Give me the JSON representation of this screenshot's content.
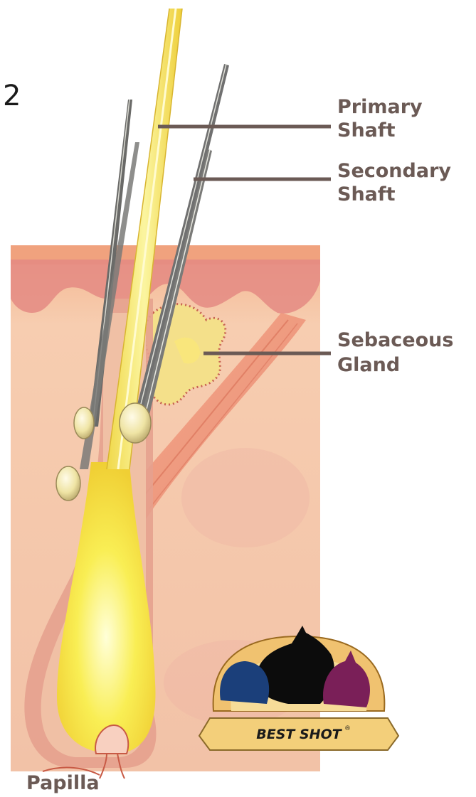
{
  "figure": {
    "panel_number": "2",
    "labels": {
      "primary": [
        "Primary",
        "Shaft"
      ],
      "secondary": [
        "Secondary",
        "Shaft"
      ],
      "sebaceous": [
        "Sebaceous",
        "Gland"
      ],
      "papilla": "Papilla"
    },
    "logo_text": "BEST SHOT",
    "logo_mark": "®"
  },
  "colors": {
    "skin": "#f6c8a6",
    "epidermis": "#e58f86",
    "hair": "#f3e84a",
    "leader_line": "#6b5a55",
    "label_text": "#6b5a55"
  }
}
